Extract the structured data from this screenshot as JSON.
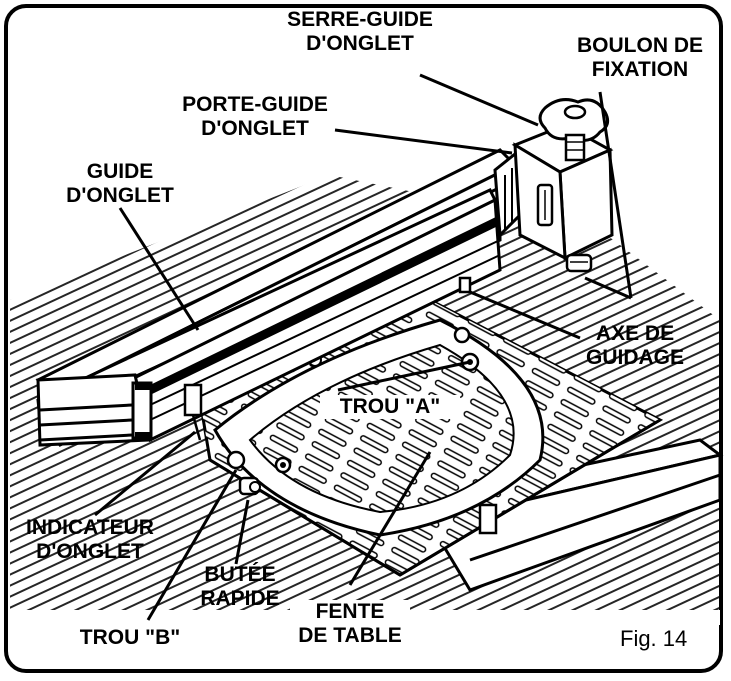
{
  "labels": {
    "serre_guide": [
      "SERRE-GUIDE",
      "D'ONGLET"
    ],
    "boulon": [
      "BOULON DE",
      "FIXATION"
    ],
    "porte_guide": [
      "PORTE-GUIDE",
      "D'ONGLET"
    ],
    "guide": [
      "GUIDE",
      "D'ONGLET"
    ],
    "axe": [
      "AXE DE",
      "GUIDAGE"
    ],
    "trou_a": "TROU \"A\"",
    "indicateur": [
      "INDICATEUR",
      "D'ONGLET"
    ],
    "butee": [
      "BUTÉE",
      "RAPIDE"
    ],
    "fente": [
      "FENTE",
      "DE TABLE"
    ],
    "trou_b": "TROU \"B\""
  },
  "figure_label": "Fig. 14"
}
